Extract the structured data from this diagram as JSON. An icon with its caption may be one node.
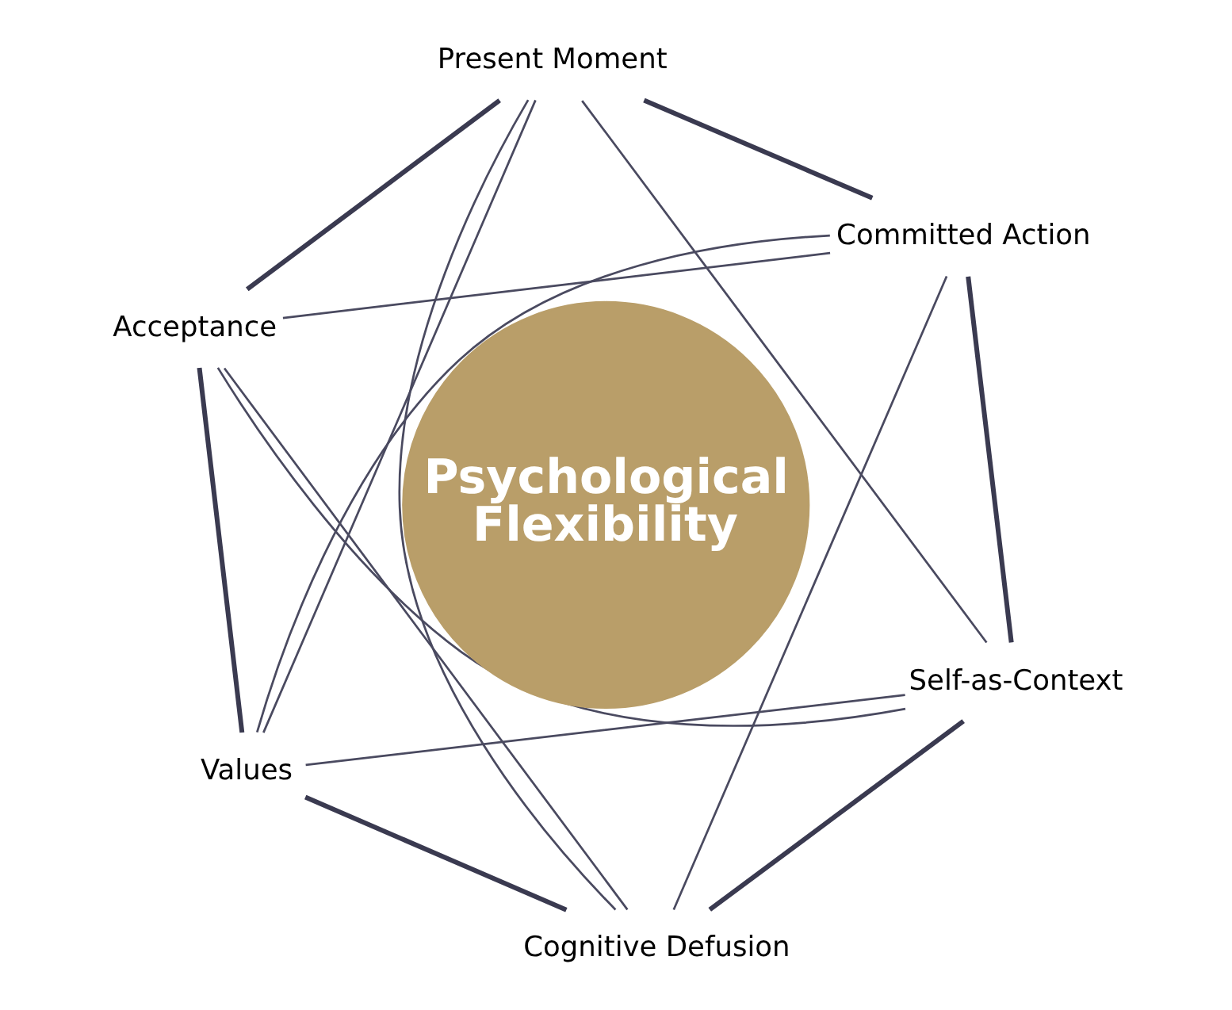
{
  "diagram": {
    "nodes": [
      {
        "text": [
          "Present Moment"
        ]
      },
      {
        "text": [
          "Committed Action"
        ]
      },
      {
        "text": [
          "Acceptance"
        ]
      },
      {
        "text": [
          "Psychological Flexibility"
        ]
      },
      {
        "text": [
          "Self-as-Context"
        ]
      },
      {
        "text": [
          "Values"
        ]
      },
      {
        "text": [
          "Cognitive Defusion"
        ]
      }
    ],
    "edges": [
      {
        "from": 0,
        "to": 2,
        "arrow": "none",
        "style": "thick"
      },
      {
        "from": 2,
        "to": 5,
        "arrow": "none",
        "style": "thick"
      },
      {
        "from": 5,
        "to": 6,
        "arrow": "none",
        "style": "thick"
      },
      {
        "from": 6,
        "to": 4,
        "arrow": "none",
        "style": "thick"
      },
      {
        "from": 4,
        "to": 1,
        "arrow": "none",
        "style": "thick"
      },
      {
        "from": 1,
        "to": 0,
        "arrow": "none",
        "style": "thick"
      },
      {
        "from": 0,
        "to": 5,
        "arrow": "none"
      },
      {
        "from": 0,
        "to": 6,
        "arrow": "none"
      },
      {
        "from": 0,
        "to": 4,
        "arrow": "none"
      },
      {
        "from": 2,
        "to": 6,
        "arrow": "none"
      },
      {
        "from": 2,
        "to": 4,
        "arrow": "none"
      },
      {
        "from": 2,
        "to": 1,
        "arrow": "none"
      },
      {
        "from": 5,
        "to": 4,
        "arrow": "none"
      },
      {
        "from": 5,
        "to": 1,
        "arrow": "none"
      },
      {
        "from": 6,
        "to": 1,
        "arrow": "none"
      }
    ]
  }
}
